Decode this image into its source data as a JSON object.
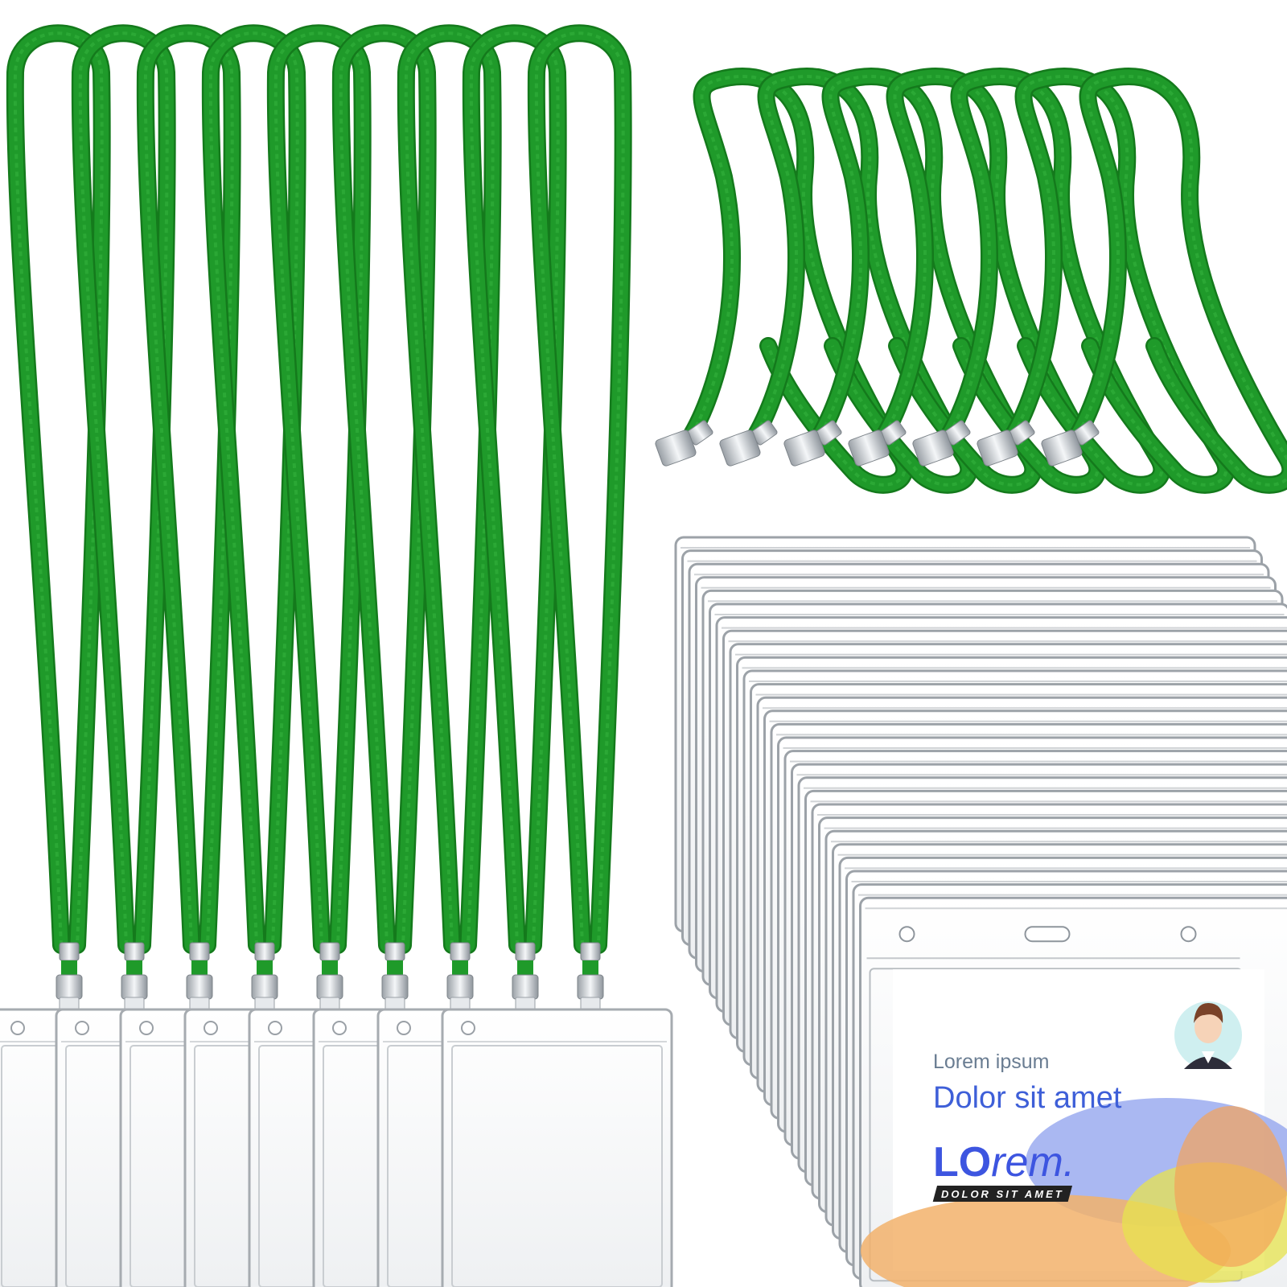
{
  "card": {
    "line1": "Lorem ipsum",
    "line2": "Dolor sit amet",
    "logo_bold": "LO",
    "logo_rest": "rem.",
    "tagline": "DOLOR SIT AMET"
  },
  "colors": {
    "lanyard": "#1f9a2a",
    "lanyard_dark": "#147a1c",
    "lanyard_light": "#33b33d",
    "line1": "#6a7d92",
    "line2": "#3e5fd8",
    "logo": "#3d55e0",
    "tagline_bg": "#222222"
  },
  "counts": {
    "long_lanyards": 9,
    "short_lanyards": 7,
    "left_holders": 8,
    "stacked_holders": 28
  }
}
